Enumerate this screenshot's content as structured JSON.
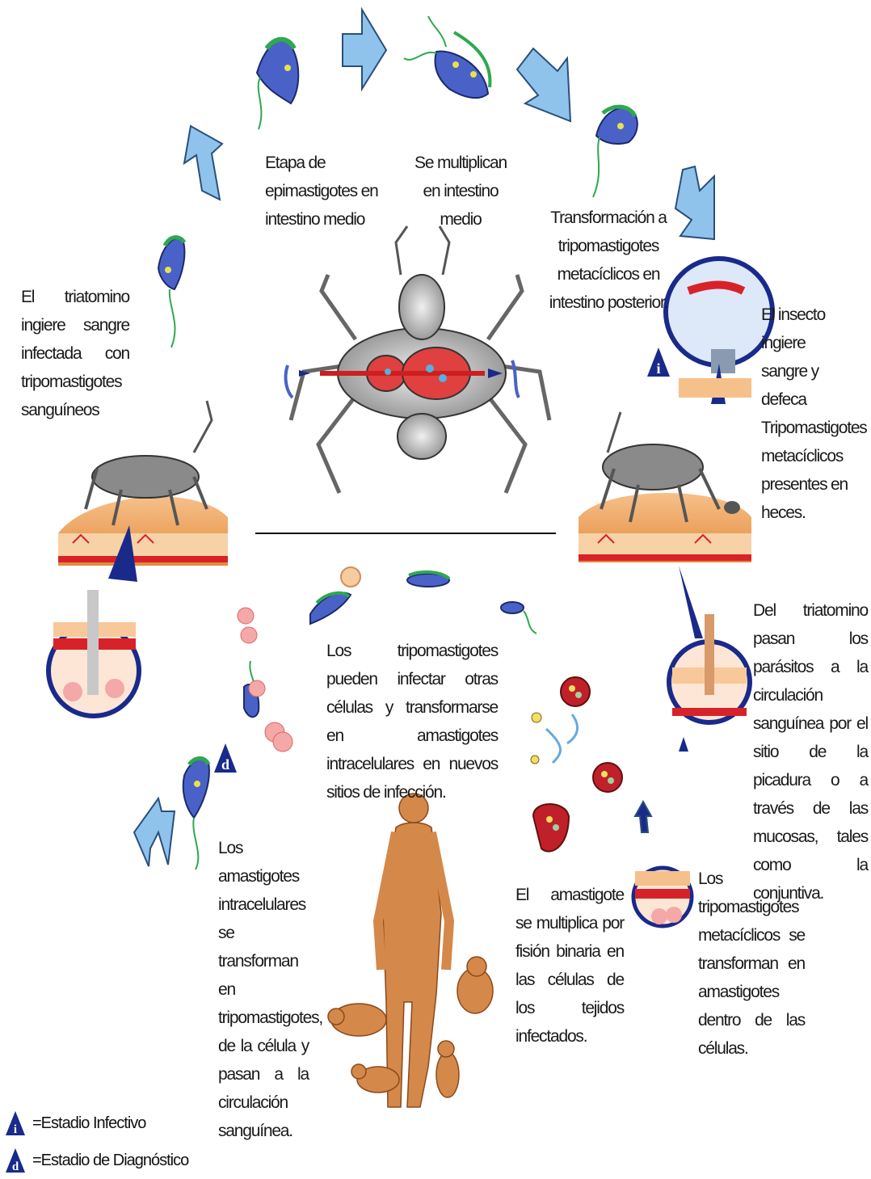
{
  "labels": {
    "epimastigotes": "Etapa de\nepimastigotes en\nintestino medio",
    "multiplican": "Se multiplican\nen intestino\nmedio",
    "transformacion": "Transformación a\ntripomastigotes\nmetacíclicos en\nintestino posterior.",
    "insecto_ingiere": "El insecto ingiere\nsangre y defeca\nTripomastigotes\nmetacíclicos\npresentes en\nheces.",
    "triatomino_ingiere": "El triatomino ingiere sangre infectada con tripomastigotes sanguíneos",
    "del_triatomino": "Del triatomino pasan los parásitos a la circulación sanguínea por el sitio de la picadura o a través de las mucosas, tales como la conjuntiva.",
    "infectar_celulas": "Los tripomastigotes pueden infectar otras células y transformarse en amastigotes intracelulares en nuevos sitios de infección.",
    "amastigotes_transforman": "Los amastigotes intracelulares se transforman en tripomastigotes, de la célula y pasan a la circulación sanguínea.",
    "amastigote_multiplica": "El amastigote se multiplica por fisión binaria en las células de los tejidos infectados.",
    "tripo_transforman": "Los tripomastigotes metacíclicos se transforman en amastigotes dentro de las células."
  },
  "markers": {
    "infective": "i",
    "diagnostic": "d"
  },
  "legend": {
    "infective": "=Estadio Infectivo",
    "diagnostic": "=Estadio de Diagnóstico"
  },
  "colors": {
    "arrow_blue": "#8fc3ec",
    "parasite_blue": "#4a62c8",
    "marker_navy": "#1a2a8a",
    "skin": "#e9a45e",
    "blood_red": "#d8222a",
    "human": "#d4884a"
  }
}
